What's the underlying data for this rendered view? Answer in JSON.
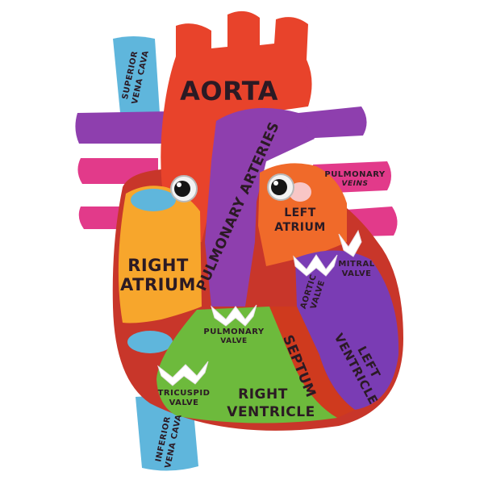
{
  "labels": {
    "aorta": "AORTA",
    "superior_vena_cava_1": "SUPERIOR",
    "superior_vena_cava_2": "VENA CAVA",
    "pulmonary_arteries": "PULMONARY ARTERIES",
    "pulmonary_veins_1": "PULMONARY",
    "pulmonary_veins_2": "VEINS",
    "left_atrium_1": "LEFT",
    "left_atrium_2": "ATRIUM",
    "right_atrium_1": "RIGHT",
    "right_atrium_2": "ATRIUM",
    "mitral_valve_1": "MITRAL",
    "mitral_valve_2": "VALVE",
    "aortic_valve_1": "AORTIC",
    "aortic_valve_2": "VALVE",
    "pulmonary_valve_1": "PULMONARY",
    "pulmonary_valve_2": "VALVE",
    "septum": "SEPTUM",
    "left_ventricle_1": "LEFT",
    "left_ventricle_2": "VENTRICLE",
    "tricuspid_valve_1": "TRICUSPID",
    "tricuspid_valve_2": "VALVE",
    "right_ventricle_1": "RIGHT",
    "right_ventricle_2": "VENTRICLE",
    "inferior_vena_cava_1": "INFERIOR",
    "inferior_vena_cava_2": "VENA CAVA"
  },
  "colors": {
    "aorta": "#e8432b",
    "vena_cava": "#5fb6dc",
    "pulmonary_artery": "#8e3fae",
    "pulmonary_vein": "#e23a8a",
    "right_atrium": "#f7a62c",
    "left_atrium": "#f06a2a",
    "right_ventricle": "#6dba3c",
    "left_ventricle": "#7a3cb4",
    "septum": "#cf3a1e",
    "outer": "#c8362a"
  }
}
